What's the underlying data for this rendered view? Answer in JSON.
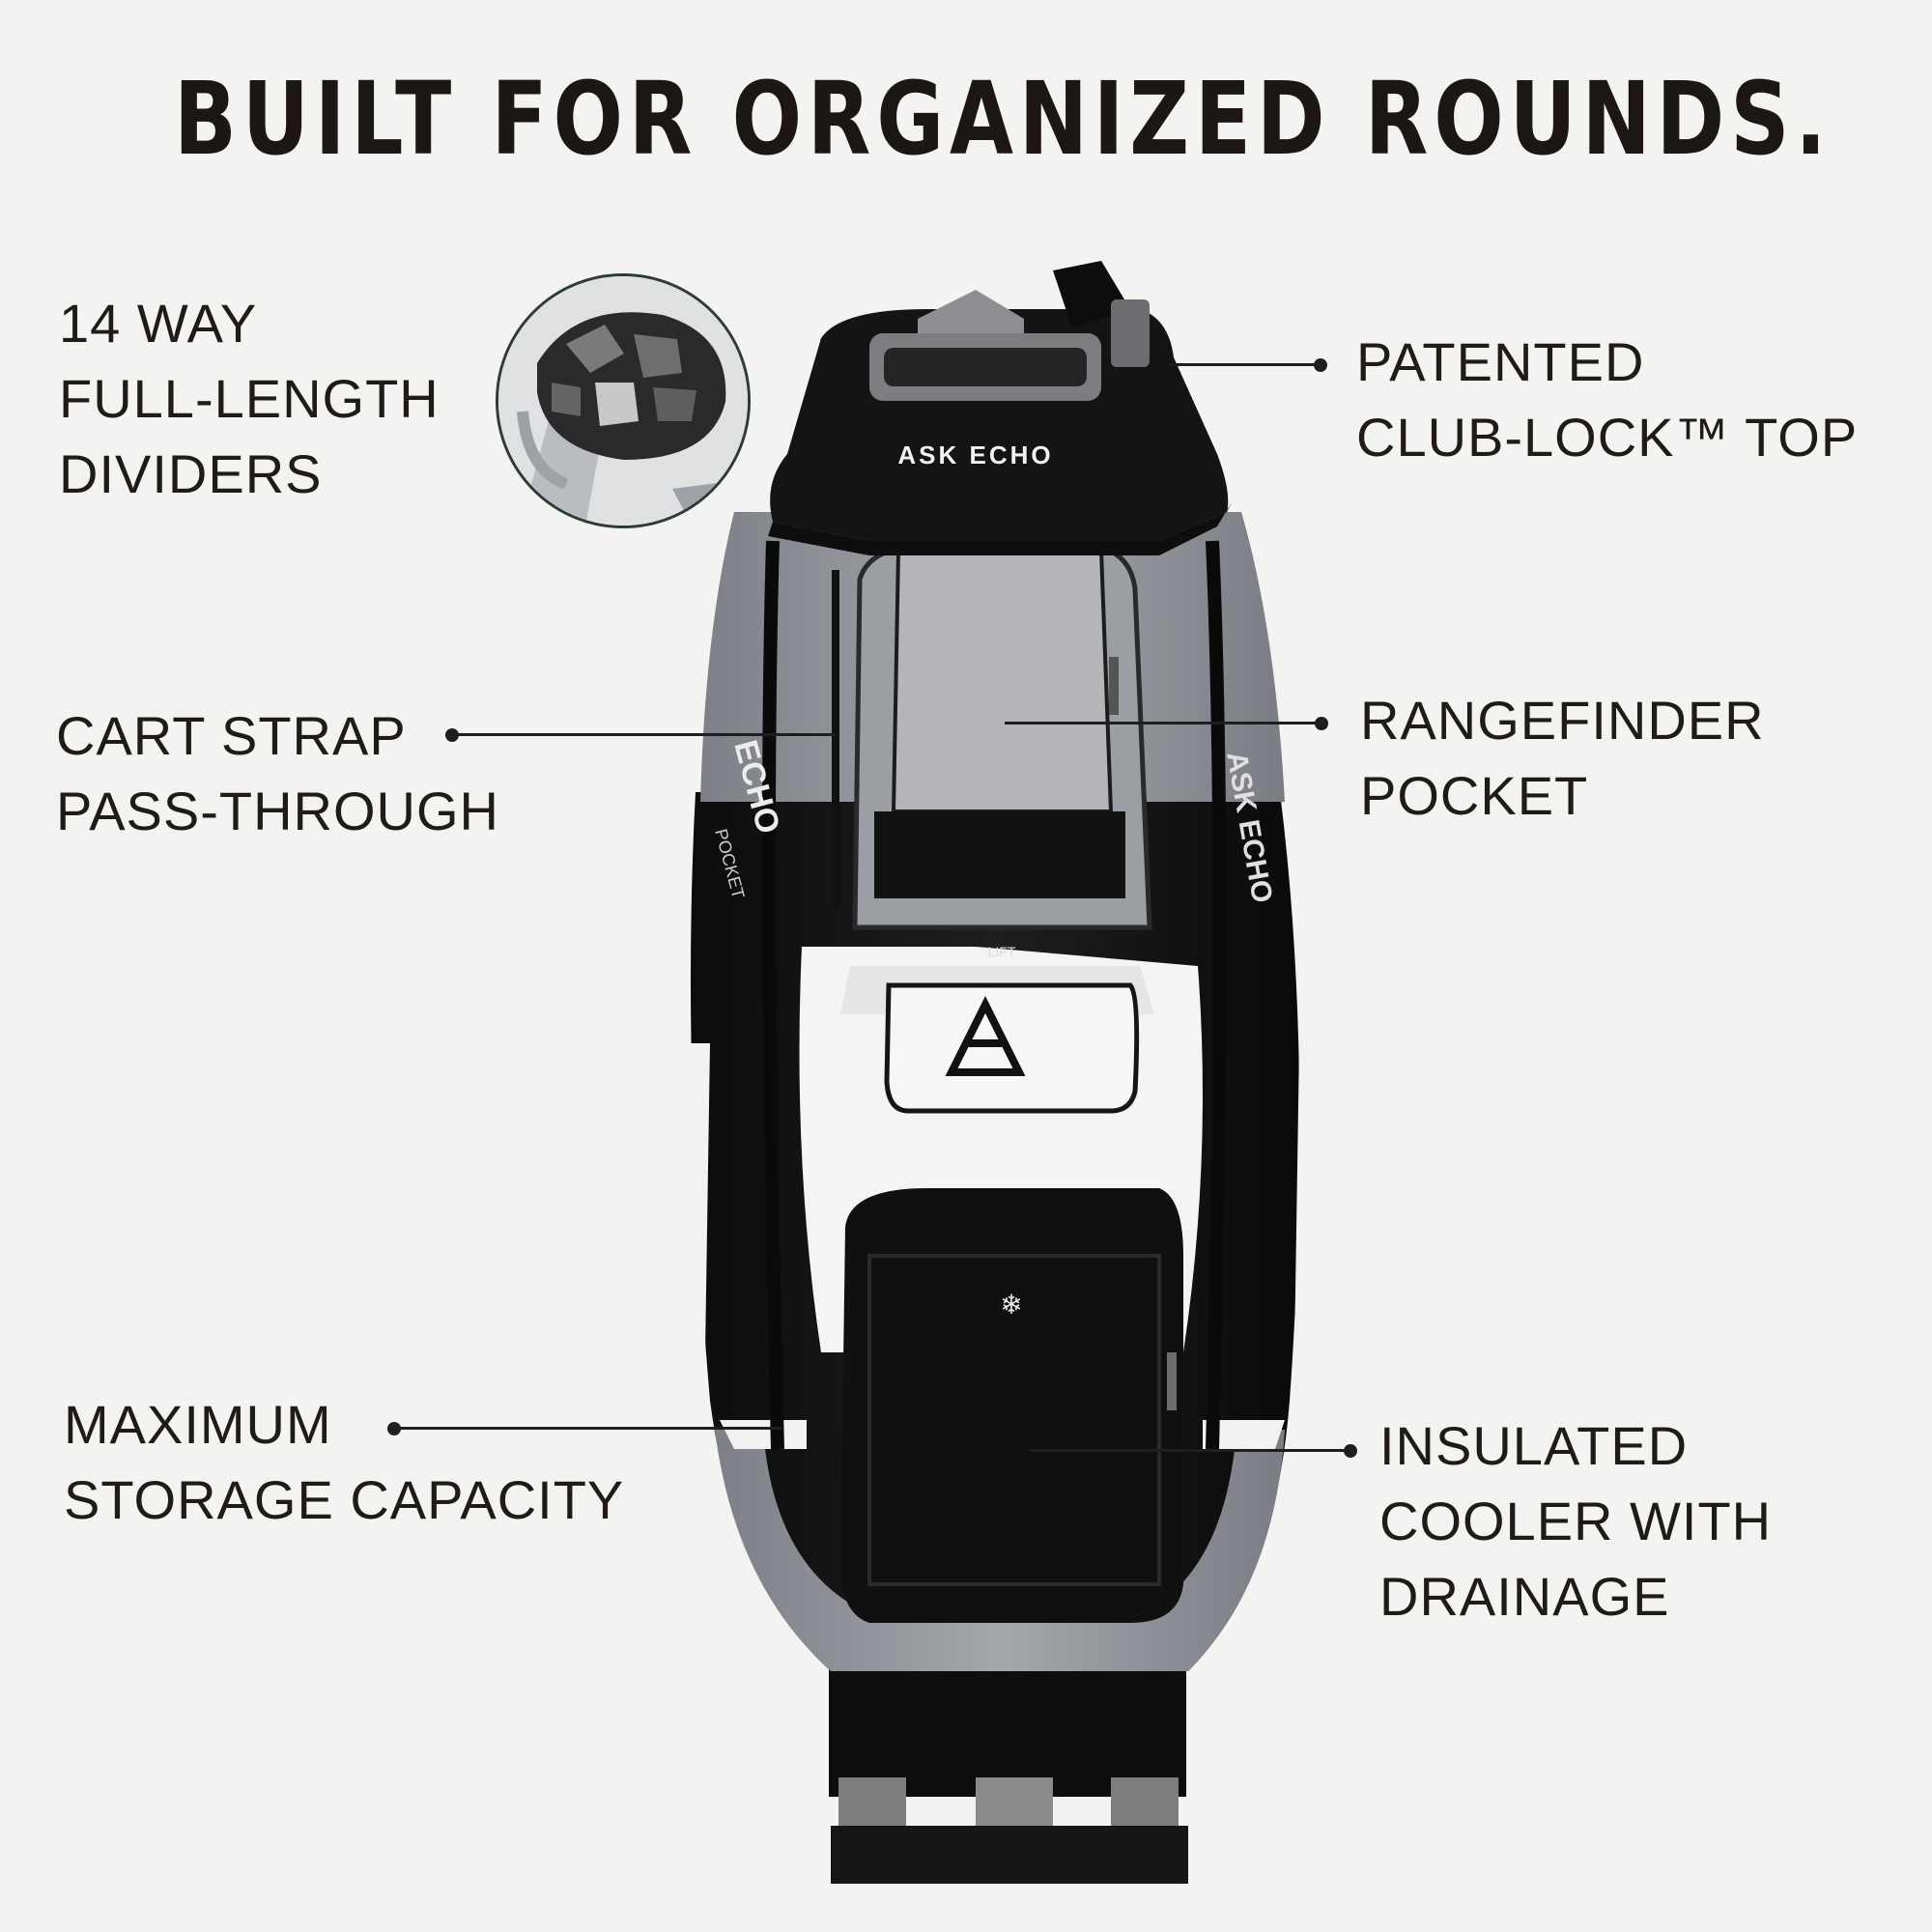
{
  "headline": "BUILT FOR ORGANIZED ROUNDS.",
  "features": {
    "dividers": [
      "14 WAY",
      "FULL-LENGTH",
      "DIVIDERS"
    ],
    "club_lock": [
      "PATENTED",
      "CLUB-LOCK™ TOP"
    ],
    "cart_strap": [
      "CART STRAP",
      "PASS-THROUGH"
    ],
    "rangefinder": [
      "RANGEFINDER",
      "POCKET"
    ],
    "storage": [
      "MAXIMUM",
      "STORAGE CAPACITY"
    ],
    "cooler": [
      "INSULATED",
      "COOLER WITH",
      "DRAINAGE"
    ]
  },
  "bag": {
    "brand": "ASK ECHO",
    "pocket_lift": "LIFT",
    "side_text_left": "ECHO",
    "side_text_right": "ASK ECHO",
    "side_pocket": "POCKET",
    "colors": {
      "black": "#131313",
      "gray": "#8c8f94",
      "light_gray": "#a9abaf",
      "white": "#f4f4f4"
    }
  }
}
